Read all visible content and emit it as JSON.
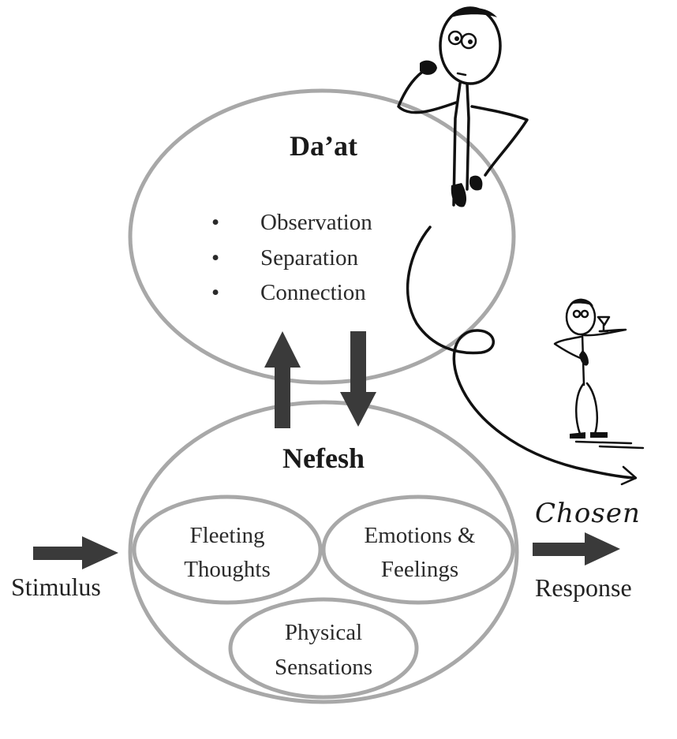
{
  "daat": {
    "title": "Da’at",
    "items": [
      "Observation",
      "Separation",
      "Connection"
    ],
    "bullet": "•"
  },
  "nefesh": {
    "title": "Nefesh",
    "fleeting": [
      "Fleeting",
      "Thoughts"
    ],
    "emotions": [
      "Emotions &",
      "Feelings"
    ],
    "physical": [
      "Physical",
      "Sensations"
    ]
  },
  "stimulus": {
    "label": "Stimulus"
  },
  "response": {
    "chosen": "Chosen",
    "label": "Response"
  },
  "colors": {
    "ring": "#a8a8a8",
    "arrow": "#3a3a3a",
    "ink": "#111111",
    "text": "#2a2a2a"
  },
  "icons": {
    "thinker": "thinking-stick-figure-icon",
    "drinker": "drinking-stick-figure-icon",
    "spiral": "spiral-path-arrow-icon"
  }
}
